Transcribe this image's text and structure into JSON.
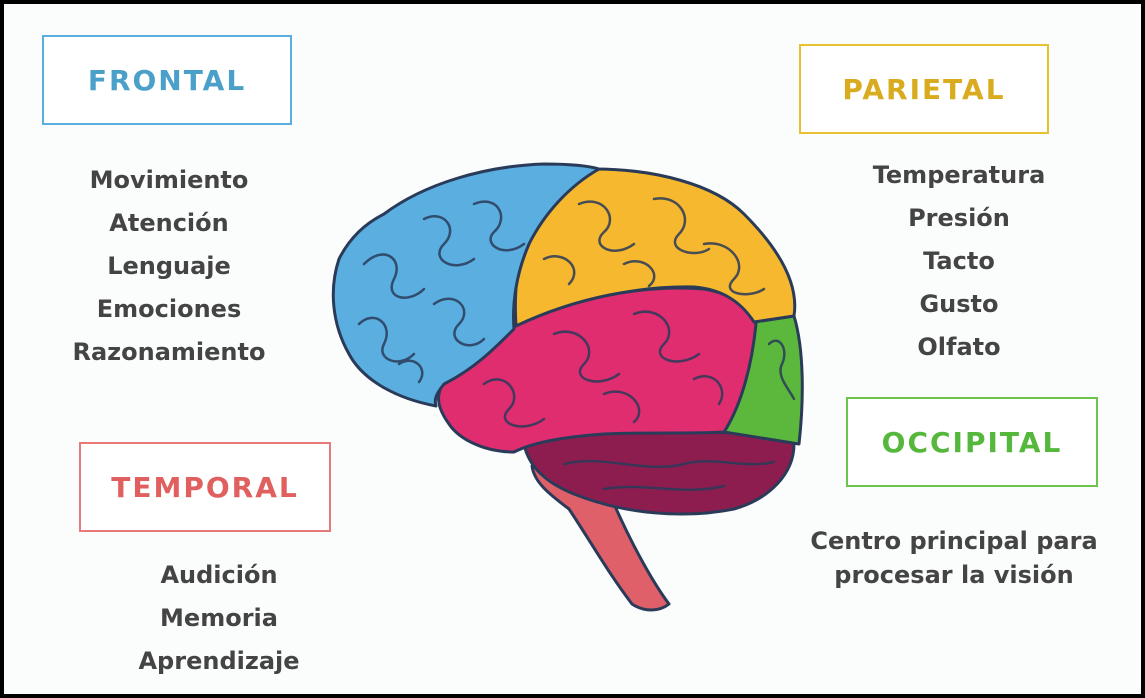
{
  "frontal": {
    "title": "FRONTAL",
    "items": [
      "Movimiento",
      "Atención",
      "Lenguaje",
      "Emociones",
      "Razonamiento"
    ]
  },
  "parietal": {
    "title": "PARIETAL",
    "items": [
      "Temperatura",
      "Presión",
      "Tacto",
      "Gusto",
      "Olfato"
    ]
  },
  "temporal": {
    "title": "TEMPORAL",
    "items": [
      "Audición",
      "Memoria",
      "Aprendizaje"
    ]
  },
  "occipital": {
    "title": "OCCIPITAL",
    "items": [
      "Centro principal para",
      "procesar la visión"
    ]
  },
  "colors": {
    "frontal": "#5aaee0",
    "parietal": "#f5b82e",
    "temporal": "#e02d6f",
    "occipital": "#5cb83c",
    "cerebellum": "#8e1d4f",
    "brainstem": "#e0606a",
    "outline": "#2a3b5a"
  }
}
